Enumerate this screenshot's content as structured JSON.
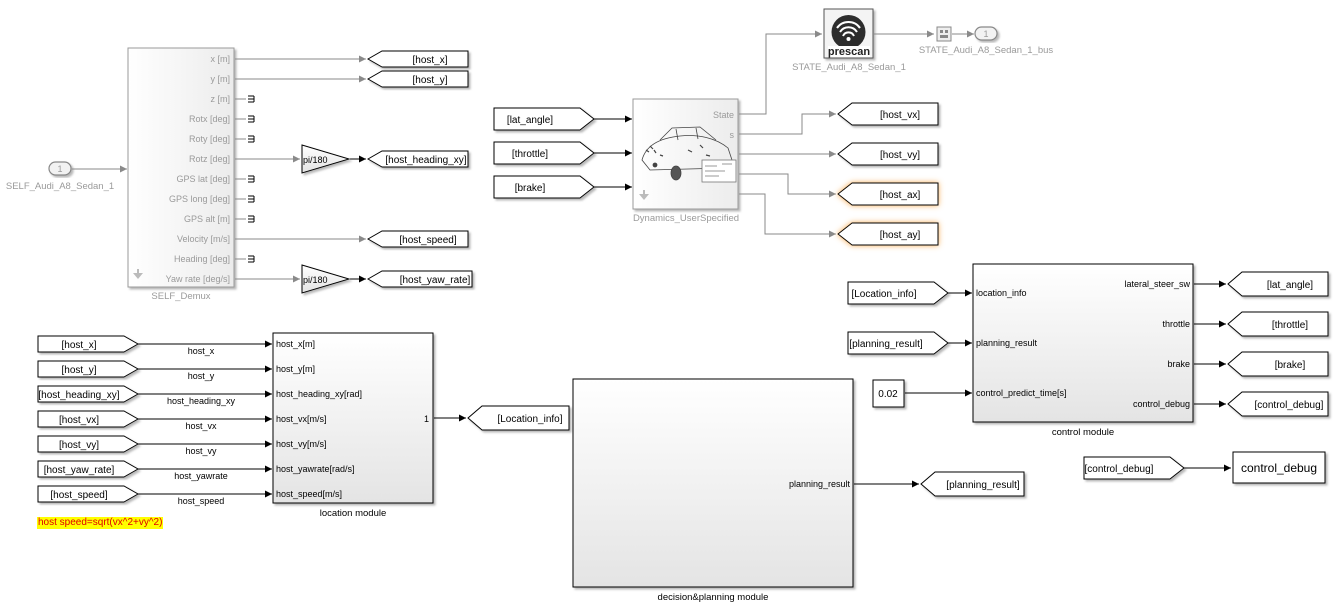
{
  "colors": {
    "line": "#000000",
    "dim": "#9a9a9a",
    "block_fill_top": "#ffffff",
    "block_fill_bottom": "#e6e6e6",
    "highlight": "#f7a13a",
    "annotation_bg": "#ffff00",
    "annotation_text": "#e00000"
  },
  "icons": {
    "prescan": "prescan-logo-icon",
    "car": "car-sketch-icon",
    "bus": "bus-selector-icon"
  },
  "inports": {
    "self": {
      "num": "1",
      "label": "SELF_Audi_A8_Sedan_1"
    }
  },
  "outports": {
    "state": {
      "num": "1",
      "label": "STATE_Audi_A8_Sedan_1_bus"
    }
  },
  "prescan_block": {
    "logo_text": "prescan",
    "label": "STATE_Audi_A8_Sedan_1"
  },
  "self_demux": {
    "label": "SELF_Demux",
    "ports": [
      "x [m]",
      "y [m]",
      "z [m]",
      "Rotx [deg]",
      "Roty [deg]",
      "Rotz [deg]",
      "GPS lat [deg]",
      "GPS long [deg]",
      "GPS alt [m]",
      "Velocity [m/s]",
      "Heading [deg]",
      "Yaw rate [deg/s]"
    ]
  },
  "gains": {
    "heading": "pi/180",
    "yaw": "pi/180"
  },
  "goto_tags": {
    "host_x": "[host_x]",
    "host_y": "[host_y]",
    "host_heading_xy": "[host_heading_xy]",
    "host_speed": "[host_speed]",
    "host_yaw_rate": "[host_yaw_rate]",
    "host_vx": "[host_vx]",
    "host_vy": "[host_vy]",
    "host_ax": "[host_ax]",
    "host_ay": "[host_ay]",
    "lat_angle": "[lat_angle]",
    "throttle": "[throttle]",
    "brake": "[brake]",
    "location_info": "[Location_info]",
    "planning_result": "[planning_result]",
    "control_debug": "[control_debug]"
  },
  "dynamics": {
    "label": "Dynamics_UserSpecified",
    "port_state": "State"
  },
  "location_module": {
    "label": "location module",
    "inputs": [
      "host_x[m]",
      "host_y[m]",
      "host_heading_xy[rad]",
      "host_vx[m/s]",
      "host_vy[m/s]",
      "host_yawrate[rad/s]",
      "host_speed[m/s]"
    ],
    "output": "1",
    "from_tags": [
      "[host_x]",
      "[host_y]",
      "[host_heading_xy]",
      "[host_vx]",
      "[host_vy]",
      "[host_yaw_rate]",
      "[host_speed]"
    ],
    "signals": [
      "host_x",
      "host_y",
      "host_heading_xy",
      "host_vx",
      "host_vy",
      "host_yawrate",
      "host_speed"
    ]
  },
  "decision_module": {
    "label": "decision&planning module",
    "output": "planning_result"
  },
  "control_module": {
    "label": "control module",
    "inputs": [
      "location_info",
      "planning_result",
      "control_predict_time[s]"
    ],
    "outputs": [
      "lateral_steer_sw",
      "throttle",
      "brake",
      "control_debug"
    ],
    "from_tags": [
      "[Location_info]",
      "[planning_result]"
    ],
    "constant": "0.02"
  },
  "control_debug_display": "control_debug",
  "annotation": "host speed=sqrt(vx^2+vy^2)"
}
